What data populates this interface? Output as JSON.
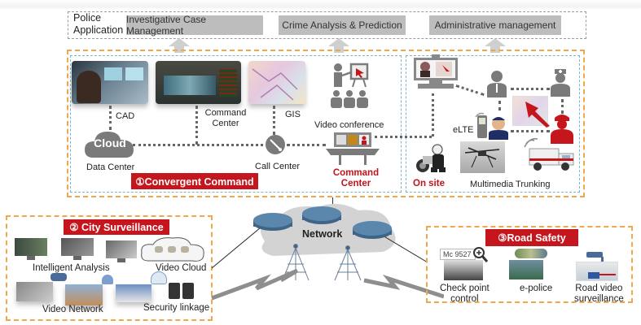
{
  "police_application": {
    "label": "Police\nApplication",
    "label_line1": "Police",
    "label_line2": "Application",
    "items": [
      {
        "label": "Investigative Case Management"
      },
      {
        "label": "Crime Analysis & Prediction"
      },
      {
        "label": "Administrative management"
      }
    ]
  },
  "convergent_command": {
    "title": "①Convergent Command",
    "nodes": {
      "cad": "CAD",
      "command_center_line1": "Command",
      "command_center_line2": "Center",
      "gis": "GIS",
      "video_conference": "Video conference",
      "cloud": "Cloud",
      "data_center": "Data Center",
      "call_center": "Call Center",
      "command_center_red_line1": "Command",
      "command_center_red_line2": "Center"
    }
  },
  "on_site": {
    "label": "On site",
    "elte": "eLTE",
    "multimedia_trunking": "Multimedia Trunking"
  },
  "city_surveillance": {
    "title": "② City Surveillance",
    "intelligent_analysis": "Intelligent Analysis",
    "video_cloud": "Video Cloud",
    "video_network": "Video Network",
    "security_linkage": "Security linkage"
  },
  "network": {
    "label": "Network"
  },
  "road_safety": {
    "title": "③Road Safety",
    "plate_text": "Mc 9527",
    "checkpoint_line1": "Check point",
    "checkpoint_line2": "control",
    "epolice": "e-police",
    "road_video_line1": "Road video",
    "road_video_line2": "surveillance"
  },
  "colors": {
    "accent_red": "#c4161c",
    "frame_orange": "#f0a94a",
    "frame_teal": "#7fb3c9",
    "icon_gray": "#7a7a7a",
    "app_box_gray": "#bdbdbd"
  }
}
